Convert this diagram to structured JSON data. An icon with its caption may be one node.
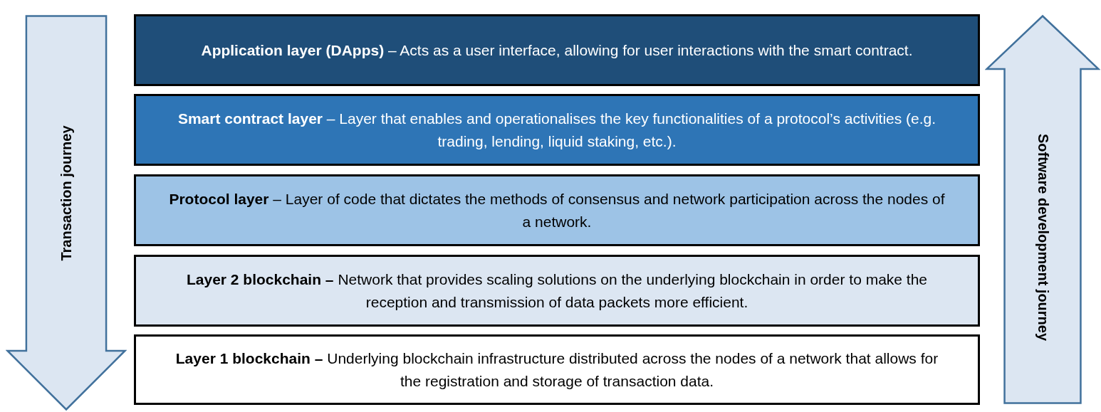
{
  "diagram": {
    "nodes": [
      {
        "text": [
          "Transaction journey"
        ]
      },
      {
        "text": [
          "**Application layer (DApps)** – Acts as a user interface, allowing for user interactions with the smart contract."
        ]
      },
      {
        "text": [
          "**Smart contract layer** – Layer that enables and operationalises the key functionalities of a protocol’s activities (e.g. trading, lending, liquid staking, etc.)."
        ]
      },
      {
        "text": [
          "**Protocol layer** – Layer of code that dictates the methods of consensus and network participation across the nodes of a network."
        ]
      },
      {
        "text": [
          "**Layer 2 blockchain –** Network that provides scaling solutions on the underlying blockchain in order to make the reception and transmission of data packets more efficient."
        ]
      },
      {
        "text": [
          "**Layer 1 blockchain –** Underlying blockchain infrastructure distributed across the nodes of a network that allows for the registration and storage of transaction data."
        ]
      },
      {
        "text": [
          "Software development journey"
        ]
      }
    ]
  }
}
